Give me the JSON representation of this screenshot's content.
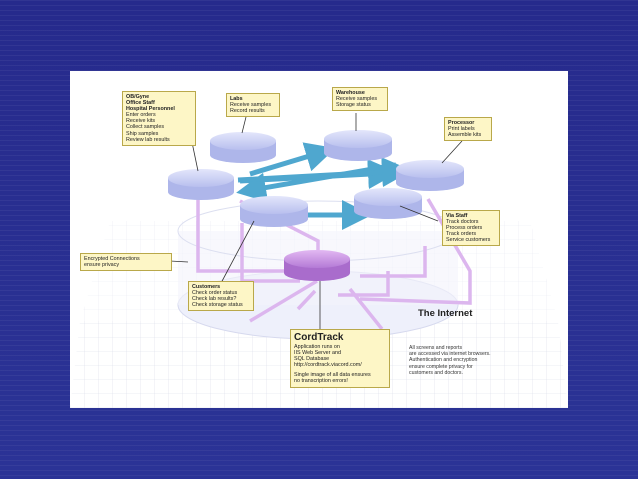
{
  "callouts": {
    "obgyn": {
      "title_lines": [
        "OB/Gyne",
        "Office Staff",
        "Hospital Personnel"
      ],
      "lines": [
        "Enter orders",
        "Receive kits",
        "Collect samples",
        "Ship samples",
        "Review lab results"
      ]
    },
    "labs": {
      "title": "Labs",
      "lines": [
        "Receive samples",
        "Record results"
      ]
    },
    "warehouse": {
      "title": "Warehouse",
      "lines": [
        "Receive samples",
        "Storage status"
      ]
    },
    "processor": {
      "title": "Processor",
      "lines": [
        "Print labels",
        "Assemble kits"
      ]
    },
    "via_staff": {
      "title": "Via Staff",
      "lines": [
        "Track doctors",
        "Process orders",
        "Track orders",
        "Service customers"
      ]
    },
    "customers": {
      "title": "Customers",
      "lines": [
        "Check order status",
        "Check lab results?",
        "Check storage status"
      ]
    },
    "encrypted": {
      "lines": [
        "Encrypted Connections",
        "ensure privacy"
      ]
    },
    "cordtrack": {
      "title": "CordTrack",
      "lines": [
        "Application runs on",
        "IIS Web Server and",
        "SQL Database",
        "http://cordtrack.viacord.com/"
      ],
      "lines2": [
        "Single image of all data ensures",
        "no transcription errors!"
      ]
    }
  },
  "internet_label": "The Internet",
  "note_lines": [
    "All screens and reports",
    "are accessed via internet browsers.",
    "Authentication and encryption",
    "ensure complete privacy for",
    "customers and doctors."
  ],
  "colors": {
    "background": "#262a8c",
    "node_fill": "#c7cdf3",
    "hub_fill": "#c58ee0",
    "callout_fill": "#fdf6c6",
    "arrow": "#4fa7cf",
    "connector": "#dcb6ee"
  }
}
